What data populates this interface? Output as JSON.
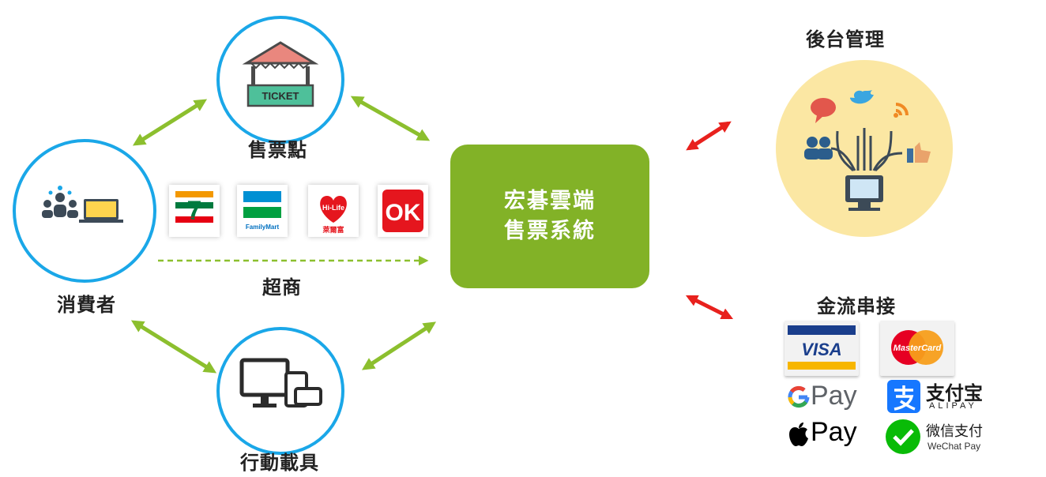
{
  "nodes": {
    "ticket_point": {
      "label": "售票點",
      "sign": "TICKET"
    },
    "consumer": {
      "label": "消費者"
    },
    "convenience": {
      "label": "超商"
    },
    "mobile": {
      "label": "行動載具"
    },
    "center": {
      "line1": "宏碁雲端",
      "line2": "售票系統"
    },
    "backend": {
      "label": "後台管理"
    },
    "payment": {
      "label": "金流串接"
    }
  },
  "stores": {
    "seven": {
      "number": "7",
      "text": "ELEVEN"
    },
    "family": {
      "text": "FamilyMart"
    },
    "hilife": {
      "text": "Hi-Life",
      "sub": "萊爾富"
    },
    "ok": {
      "text": "OK"
    }
  },
  "payments": {
    "visa": "VISA",
    "mastercard": "MasterCard",
    "gpay": "Pay",
    "alipay_cn": "支付宝",
    "alipay_en": "ALIPAY",
    "applepay": "Pay",
    "wechat_cn": "微信支付",
    "wechat_en": "WeChat Pay"
  },
  "colors": {
    "circle_border": "#1aa7e8",
    "green": "#82b227",
    "arrow_green": "#8cbf2e",
    "arrow_red": "#e8211d",
    "backend_bg": "#fbe7a3"
  }
}
